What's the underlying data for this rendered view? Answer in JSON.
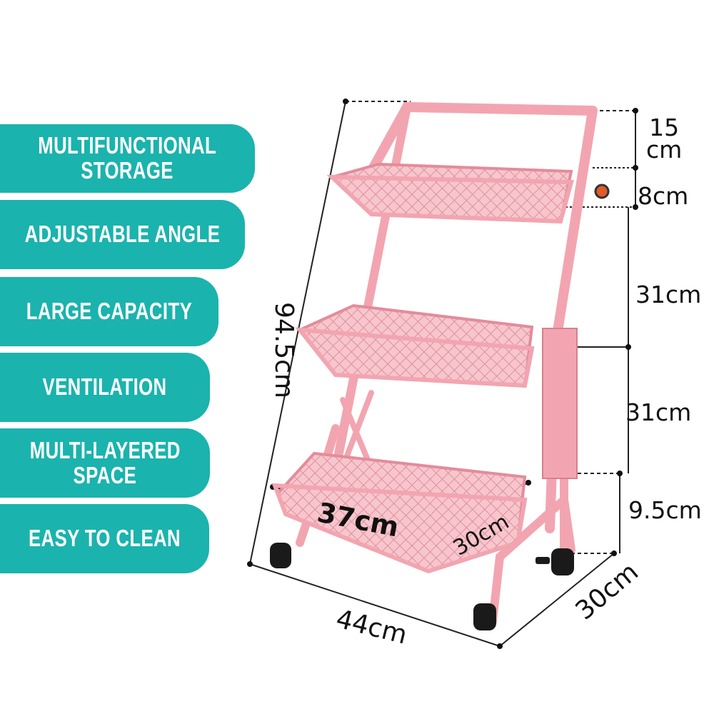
{
  "features": [
    [
      "MULTIFUNCTIONAL",
      "STORAGE"
    ],
    [
      "ADJUSTABLE ANGLE"
    ],
    [
      "LARGE CAPACITY"
    ],
    [
      "VENTILATION"
    ],
    [
      "MULTI-LAYERED",
      "SPACE"
    ],
    [
      "EASY TO CLEAN"
    ]
  ],
  "dimensions": {
    "top_gap": [
      "15",
      "cm"
    ],
    "handle_to_basket": "8cm",
    "tier_gap_upper": "31cm",
    "tier_gap_lower": "31cm",
    "bottom_clearance": "9.5cm",
    "total_height": "94.5cm",
    "overall_width": "44cm",
    "overall_depth": "30cm",
    "basket_width": "37cm",
    "basket_depth": "30cm"
  },
  "colors": {
    "accent": "#1bb3ad",
    "cart": "#f2a5b0",
    "cart_dark": "#d97f8e",
    "text": "#111111"
  }
}
